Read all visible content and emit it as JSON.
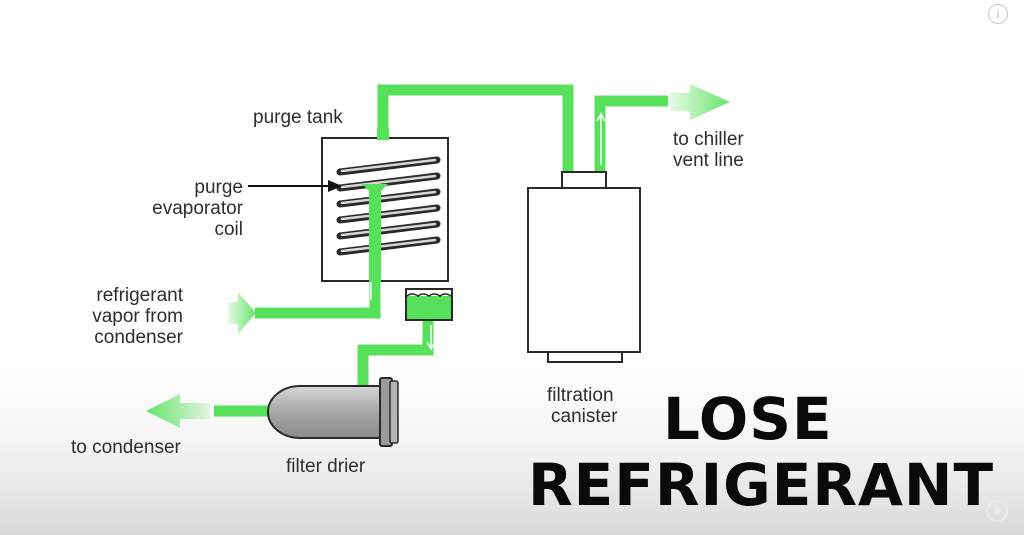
{
  "labels": {
    "purge_tank": "purge tank",
    "purge_coil": [
      "purge",
      "evaporator",
      "coil"
    ],
    "refrigerant_vapor": [
      "refrigerant",
      "vapor from",
      "condenser"
    ],
    "to_condenser": "to condenser",
    "filter_drier": "filter drier",
    "filtration_canister": [
      "filtration",
      "canister"
    ],
    "to_chiller_vent": [
      "to chiller",
      "vent line"
    ]
  },
  "caption": {
    "line1": "LOSE",
    "line2": "REFRIGERANT"
  },
  "icons": {
    "info": "info-icon",
    "brand": "channel-logo-icon"
  },
  "colors": {
    "pipe": "#57e05a",
    "outline": "#2a2a2a",
    "text": "#2e2e2e",
    "caption": "#0a0a0a"
  }
}
